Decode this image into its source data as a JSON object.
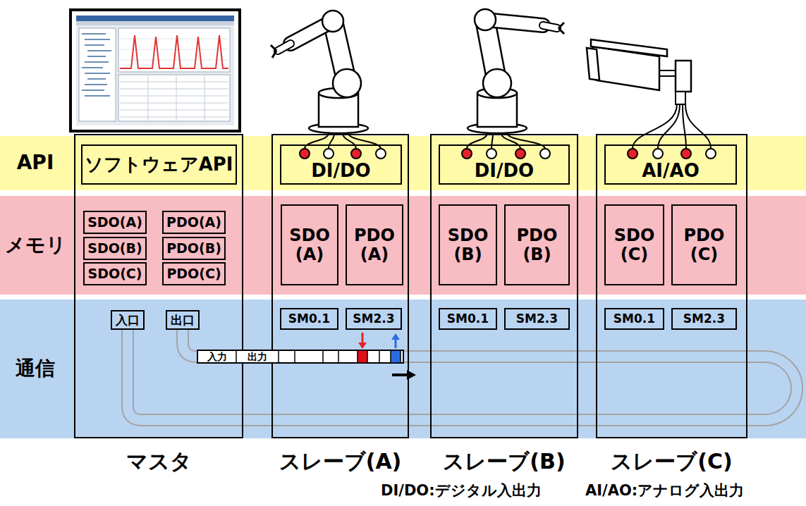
{
  "diagram": {
    "nodes": [
      {
        "text": [
          "API"
        ]
      },
      {
        "text": [
          "メモリ"
        ]
      },
      {
        "text": [
          "通信"
        ]
      },
      {
        "text": [
          "マスタ"
        ]
      },
      {
        "text": [
          "ソフトウェアAPI"
        ],
        "in": 3
      },
      {
        "text": [
          "SDO(A)"
        ],
        "in": 3
      },
      {
        "text": [
          "SDO(B)"
        ],
        "in": 3
      },
      {
        "text": [
          "SDO(C)"
        ],
        "in": 3
      },
      {
        "text": [
          "PDO(A)"
        ],
        "in": 3
      },
      {
        "text": [
          "PDO(B)"
        ],
        "in": 3
      },
      {
        "text": [
          "PDO(C)"
        ],
        "in": 3
      },
      {
        "text": [
          "入口"
        ],
        "in": 3
      },
      {
        "text": [
          "出口"
        ],
        "in": 3
      },
      {
        "text": [
          "スレーブ(A)"
        ]
      },
      {
        "text": [
          "DI/DO"
        ],
        "in": 13
      },
      {
        "text": [
          "SDO (A)"
        ],
        "in": 13
      },
      {
        "text": [
          "PDO (A)"
        ],
        "in": 13
      },
      {
        "text": [
          "SM0.1"
        ],
        "in": 13
      },
      {
        "text": [
          "SM2.3"
        ],
        "in": 13
      },
      {
        "text": [
          "スレーブ(B)"
        ]
      },
      {
        "text": [
          "DI/DO"
        ],
        "in": 19
      },
      {
        "text": [
          "SDO (B)"
        ],
        "in": 19
      },
      {
        "text": [
          "PDO (B)"
        ],
        "in": 19
      },
      {
        "text": [
          "SM0.1"
        ],
        "in": 19
      },
      {
        "text": [
          "SM2.3"
        ],
        "in": 19
      },
      {
        "text": [
          "スレーブ(C)"
        ]
      },
      {
        "text": [
          "AI/AO"
        ],
        "in": 25
      },
      {
        "text": [
          "SDO (C)"
        ],
        "in": 25
      },
      {
        "text": [
          "PDO (C)"
        ],
        "in": 25
      },
      {
        "text": [
          "SM0.1"
        ],
        "in": 25
      },
      {
        "text": [
          "SM2.3"
        ],
        "in": 25
      }
    ],
    "edges": [
      {
        "from": 12,
        "to": 11,
        "arrow": "none"
      }
    ],
    "labels": [
      "入力",
      "出力",
      "DI/DO:デジタル入出力",
      "AI/AO:アナログ入出力"
    ]
  }
}
